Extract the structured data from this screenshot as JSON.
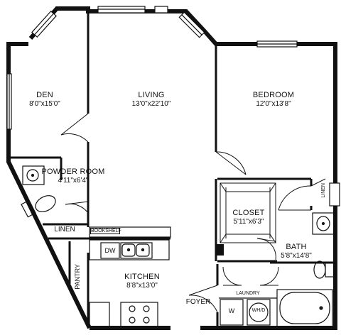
{
  "rooms": {
    "den": {
      "name": "DEN",
      "dims": "8'0\"x15'0\""
    },
    "living": {
      "name": "LIVING",
      "dims": "13'0\"x22'10\""
    },
    "bedroom": {
      "name": "BEDROOM",
      "dims": "12'0\"x13'8\""
    },
    "powder_room": {
      "name": "POWDER ROOM",
      "dims": "4'11\"x6'4\""
    },
    "closet": {
      "name": "CLOSET",
      "dims": "5'11\"x6'3\""
    },
    "bath": {
      "name": "BATH",
      "dims": "5'8\"x14'8\""
    },
    "kitchen": {
      "name": "KITCHEN",
      "dims": "8'8\"x13'0\""
    }
  },
  "labels": {
    "linen_hall": "LINEN",
    "bookshelf": "BOOKSHELF",
    "pantry": "PANTRY",
    "foyer": "FOYER",
    "laundry": "LAUNDRY",
    "linen_bath": "LINEN",
    "dw": "DW",
    "washer": "W",
    "washer_dryer": "WH/D"
  },
  "colors": {
    "wall": "#111111",
    "fixture": "#222222",
    "background": "#ffffff"
  }
}
